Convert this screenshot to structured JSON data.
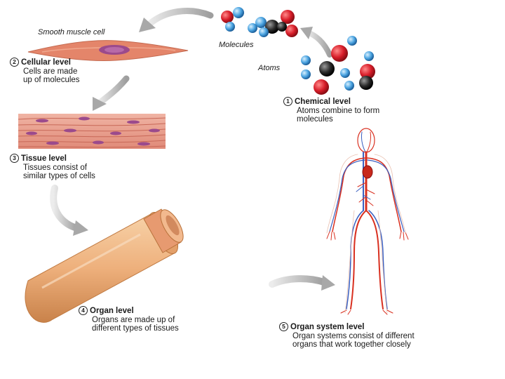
{
  "labels": {
    "smooth_muscle_cell": "Smooth muscle cell",
    "molecules": "Molecules",
    "atoms": "Atoms"
  },
  "levels": [
    {
      "number": "1",
      "title": "Chemical level",
      "line1": "Atoms combine to form",
      "line2": "molecules"
    },
    {
      "number": "2",
      "title": "Cellular level",
      "line1": "Cells are made",
      "line2": "up of molecules"
    },
    {
      "number": "3",
      "title": "Tissue level",
      "line1": "Tissues consist of",
      "line2": "similar types of cells"
    },
    {
      "number": "4",
      "title": "Organ level",
      "line1": "Organs are made up of",
      "line2": "different types of tissues"
    },
    {
      "number": "5",
      "title": "Organ system level",
      "line1": "Organ systems consist of different",
      "line2": "organs that work together closely"
    }
  ],
  "colors": {
    "arrow": "#a8a8a8",
    "atom_red": "#d81e2a",
    "atom_blue": "#4aa3e0",
    "atom_black": "#2a2a2a",
    "cell_body": "#e07a60",
    "nucleus": "#9b4a8c",
    "tissue": "#e8a090",
    "organ": "#f0b88a",
    "artery": "#d93020",
    "vein": "#3a5fc0"
  }
}
